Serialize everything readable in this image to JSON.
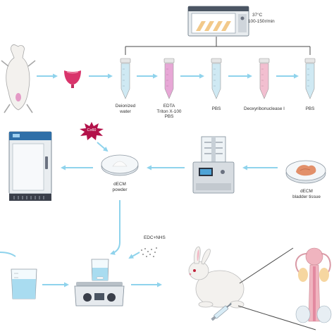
{
  "palette": {
    "arrow": "#8fd3ec",
    "line": "#4a4a4a",
    "tube_clear": "#cfe9f3",
    "tube_pink": "#e7a7d6",
    "tube_pink_light": "#f2bfd0",
    "tissue": "#e2906a",
    "powder": "#f4f4f4",
    "burst": "#b3124a",
    "machine_grey": "#cfd3d8",
    "machine_dark": "#3a3f4a",
    "rabbit": "#f3f1ee",
    "rabbit_ear": "#f2b6c4",
    "rabbit_eye": "#c0243c",
    "organ_pink": "#f0b4bf"
  },
  "incubator": {
    "temperature": "37°C",
    "speed": "100-150r/min"
  },
  "wash_steps": [
    "Deionized\nwater",
    "EDTA\nTriton X-100\nPBS",
    "PBS",
    "Deoxyribonuclease I",
    "PBS"
  ],
  "decm_tissue_label": "dECM\nbladder tissue",
  "decm_powder_label": "dECM\npowder",
  "burst_label": "Co60",
  "crosslinker_label": "EDC+NHS"
}
